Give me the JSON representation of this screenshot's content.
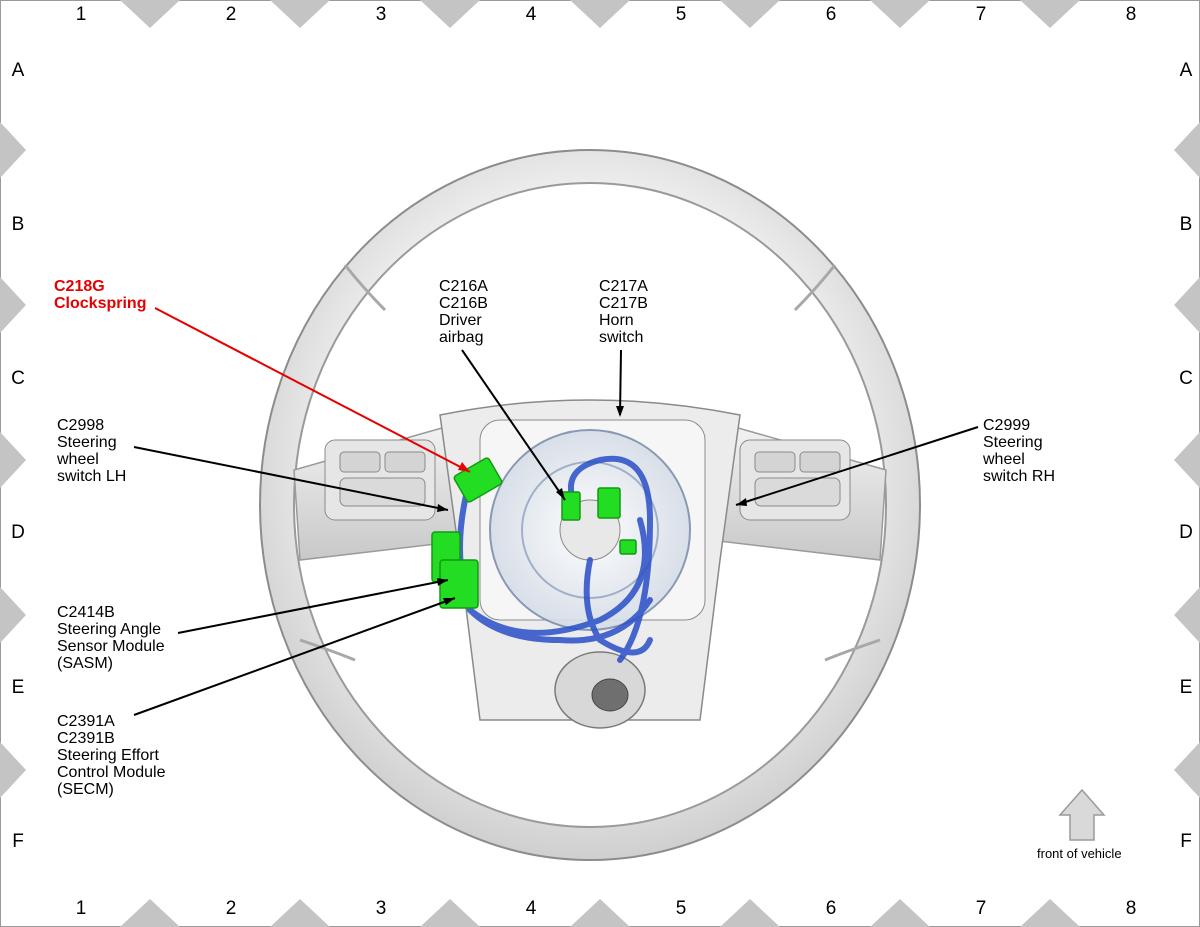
{
  "grid": {
    "columns": [
      "1",
      "2",
      "3",
      "4",
      "5",
      "6",
      "7",
      "8"
    ],
    "rows": [
      "A",
      "B",
      "C",
      "D",
      "E",
      "F"
    ]
  },
  "callouts": {
    "clockspring": "C218G\nClockspring",
    "driver_airbag": "C216A\nC216B\nDriver\nairbag",
    "horn_switch": "C217A\nC217B\nHorn\nswitch",
    "switch_lh": "C2998\nSteering\nwheel\nswitch LH",
    "switch_rh": "C2999\nSteering\nwheel\nswitch RH",
    "sasm": "C2414B\nSteering Angle\nSensor Module\n(SASM)",
    "secm": "C2391A\nC2391B\nSteering Effort\nControl Module\n(SECM)"
  },
  "orientation": {
    "label": "front of vehicle"
  },
  "colors": {
    "highlight_callout": "#e60000",
    "connector": "#22dd22",
    "harness": "#2a4fc8",
    "grid_marker": "#c0c0c0"
  }
}
